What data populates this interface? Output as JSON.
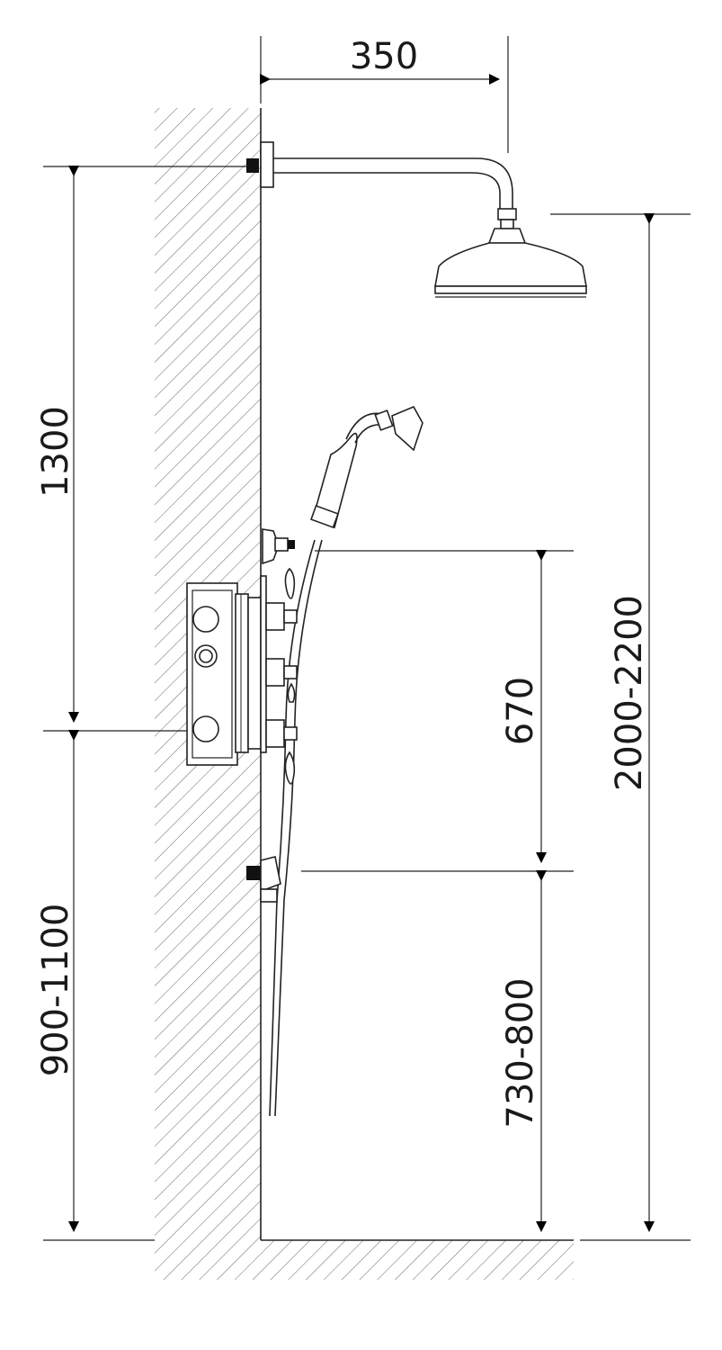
{
  "dimensions": {
    "arm_projection": "350",
    "head_above_mixer": "1300",
    "mixer_height": "900-1100",
    "handset_range": "670",
    "wall_outlet_height": "730-800",
    "head_height": "2000-2200"
  }
}
